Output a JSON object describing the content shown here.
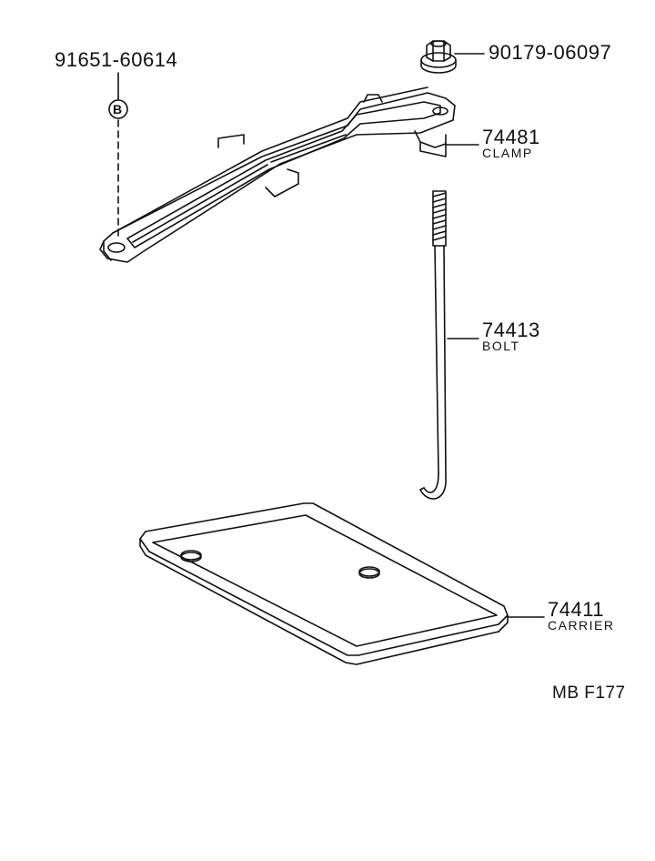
{
  "parts": [
    {
      "part_number": "91651-60614",
      "name": ""
    },
    {
      "part_number": "90179-06097",
      "name": ""
    },
    {
      "part_number": "74481",
      "name": "CLAMP"
    },
    {
      "part_number": "74413",
      "name": "BOLT"
    },
    {
      "part_number": "74411",
      "name": "CARRIER"
    }
  ],
  "symbol_b": "B",
  "diagram_ref": "MB F177"
}
